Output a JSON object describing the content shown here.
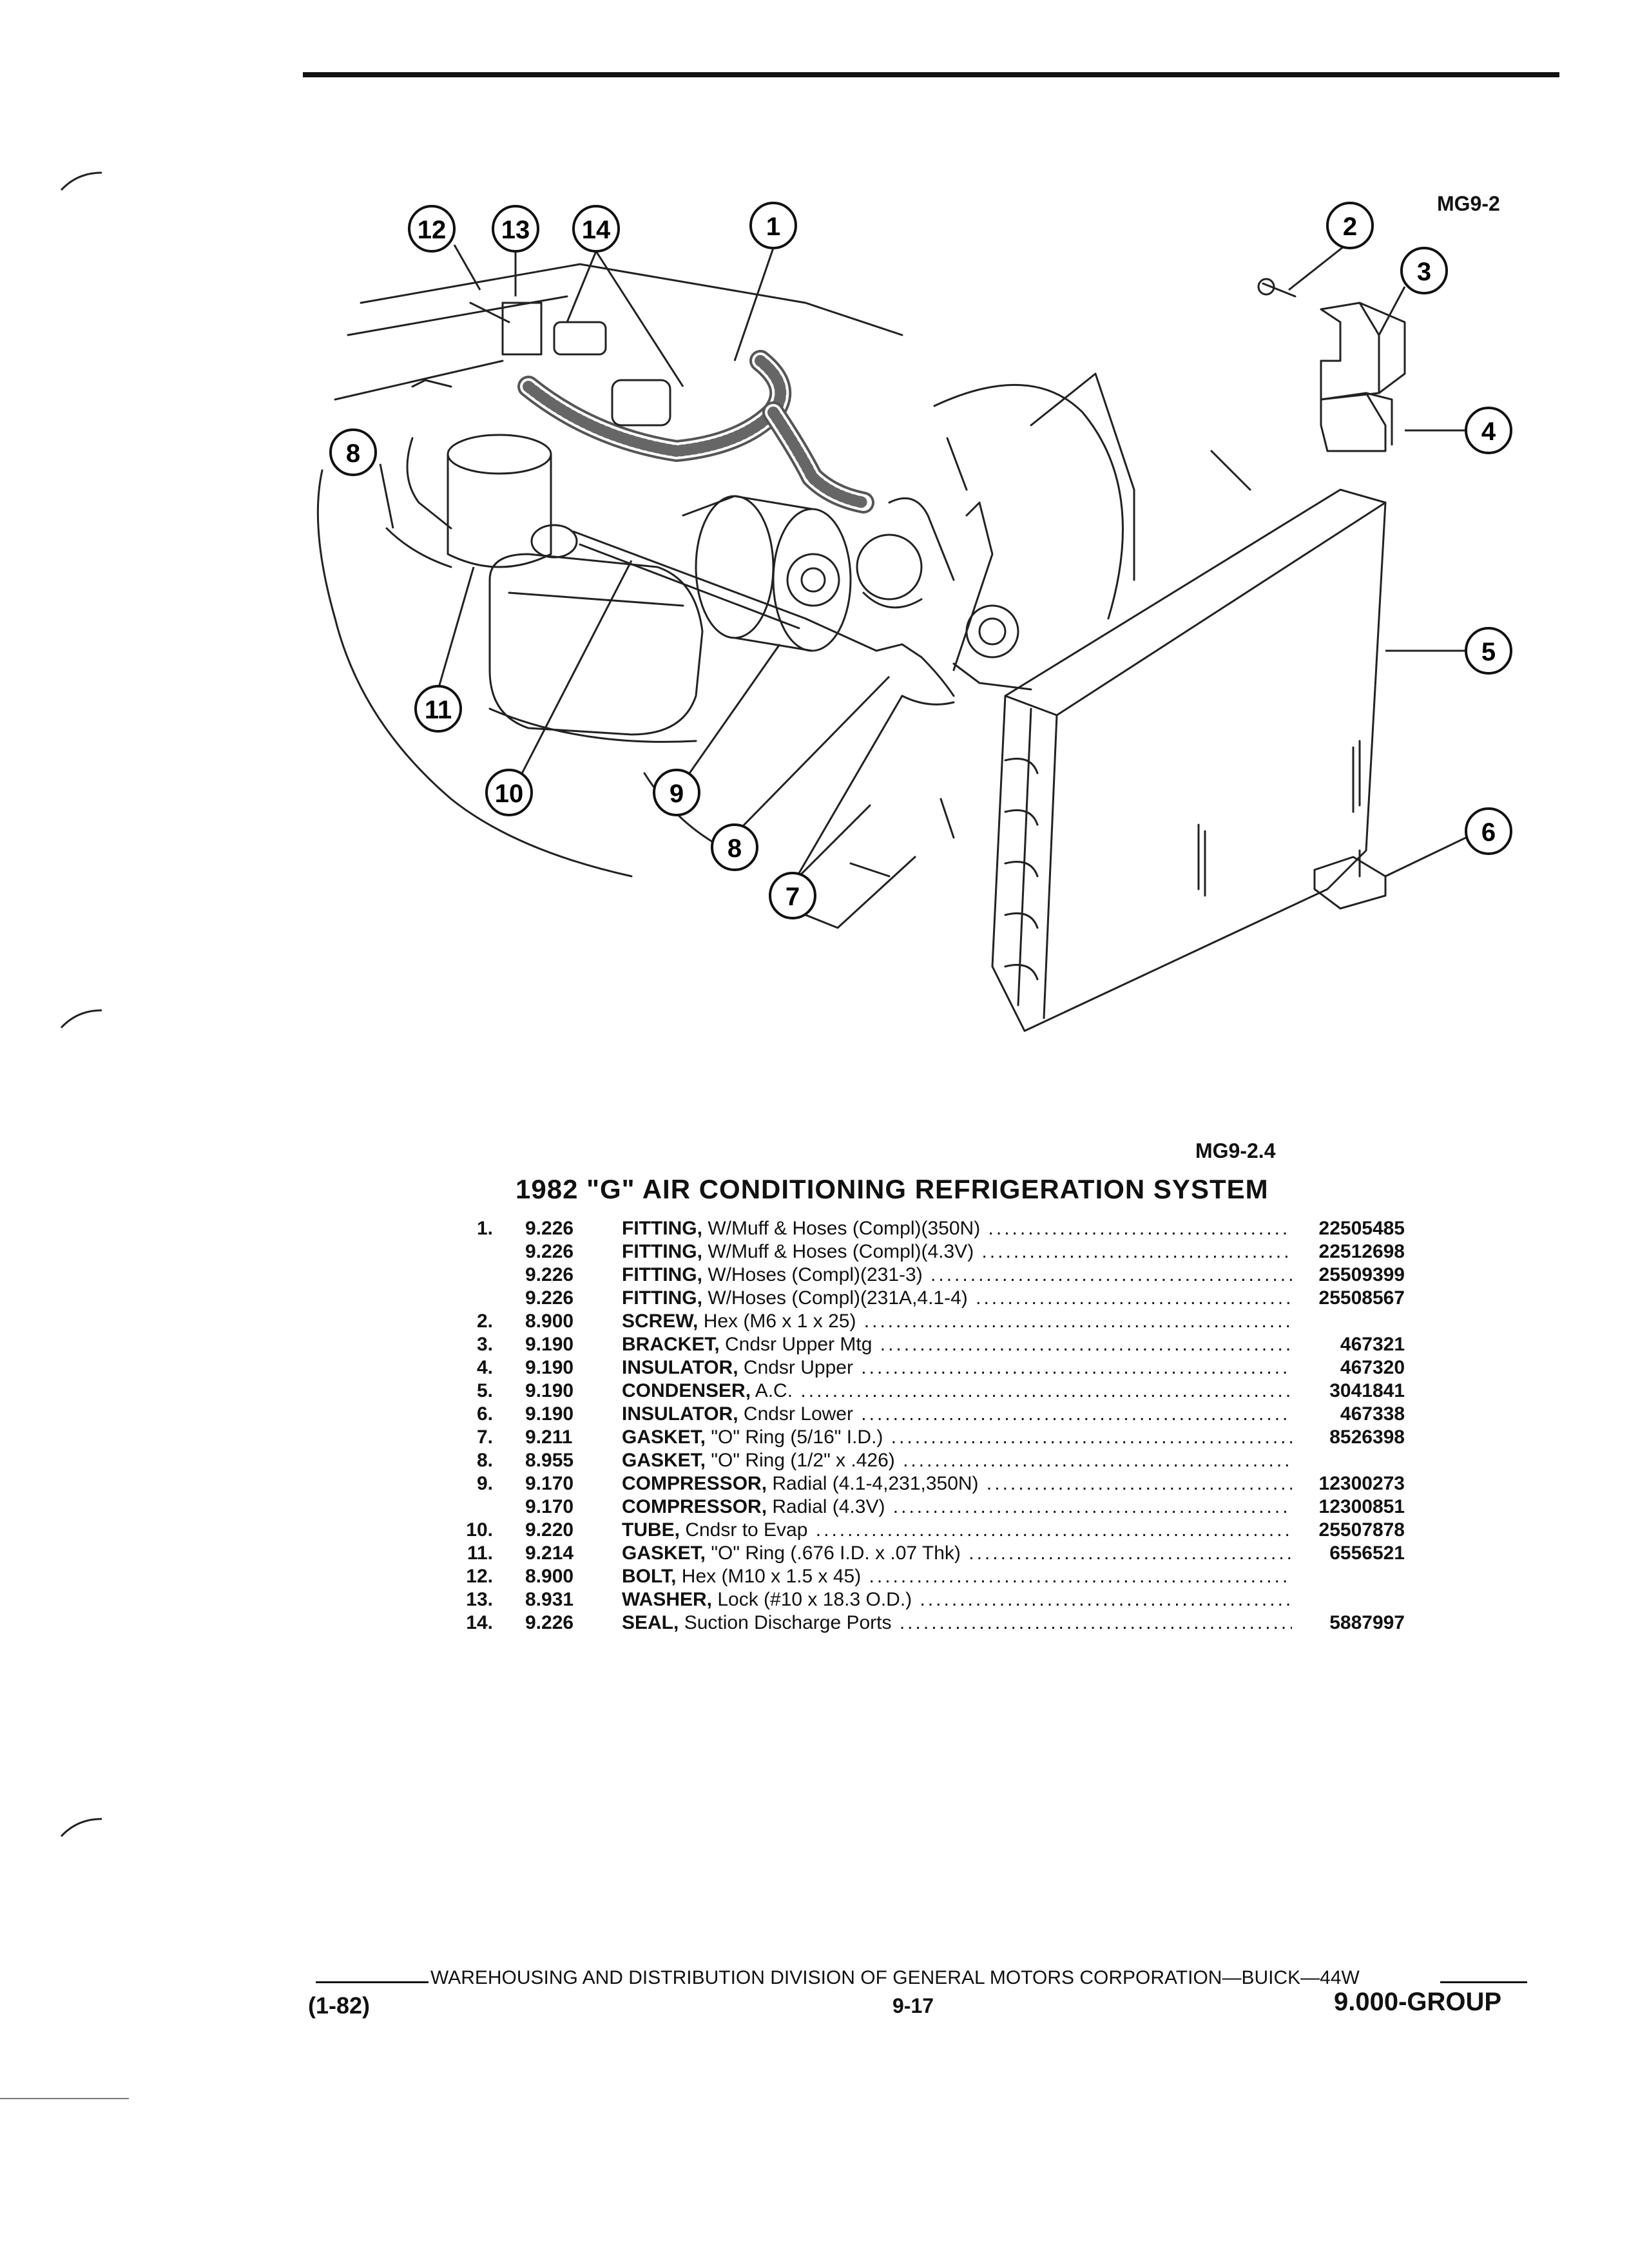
{
  "figure": {
    "code_top": "MG9-2",
    "code_bottom": "MG9-2.4",
    "callouts": [
      "1",
      "2",
      "3",
      "4",
      "5",
      "6",
      "7",
      "8",
      "9",
      "10",
      "11",
      "12",
      "13",
      "14",
      "8"
    ]
  },
  "title": "1982 \"G\" AIR CONDITIONING REFRIGERATION SYSTEM",
  "parts": [
    {
      "num": "1.",
      "group": "9.226",
      "name": "FITTING,",
      "detail": " W/Muff & Hoses (Compl)(350N)",
      "pn": "22505485"
    },
    {
      "num": "",
      "group": "9.226",
      "name": "FITTING,",
      "detail": " W/Muff & Hoses (Compl)(4.3V)",
      "pn": "22512698"
    },
    {
      "num": "",
      "group": "9.226",
      "name": "FITTING,",
      "detail": " W/Hoses (Compl)(231-3)",
      "pn": "25509399"
    },
    {
      "num": "",
      "group": "9.226",
      "name": "FITTING,",
      "detail": " W/Hoses (Compl)(231A,4.1-4)",
      "pn": "25508567"
    },
    {
      "num": "2.",
      "group": "8.900",
      "name": "SCREW,",
      "detail": " Hex (M6 x 1 x 25)",
      "pn": ""
    },
    {
      "num": "3.",
      "group": "9.190",
      "name": "BRACKET,",
      "detail": " Cndsr Upper Mtg",
      "pn": "467321"
    },
    {
      "num": "4.",
      "group": "9.190",
      "name": "INSULATOR,",
      "detail": " Cndsr Upper",
      "pn": "467320"
    },
    {
      "num": "5.",
      "group": "9.190",
      "name": "CONDENSER,",
      "detail": " A.C.",
      "pn": "3041841"
    },
    {
      "num": "6.",
      "group": "9.190",
      "name": "INSULATOR,",
      "detail": " Cndsr Lower",
      "pn": "467338"
    },
    {
      "num": "7.",
      "group": "9.211",
      "name": "GASKET,",
      "detail": " \"O\" Ring (5/16\" I.D.)",
      "pn": "8526398"
    },
    {
      "num": "8.",
      "group": "8.955",
      "name": "GASKET,",
      "detail": " \"O\" Ring (1/2\" x .426)",
      "pn": ""
    },
    {
      "num": "9.",
      "group": "9.170",
      "name": "COMPRESSOR,",
      "detail": " Radial (4.1-4,231,350N)",
      "pn": "12300273"
    },
    {
      "num": "",
      "group": "9.170",
      "name": "COMPRESSOR,",
      "detail": " Radial (4.3V)",
      "pn": "12300851"
    },
    {
      "num": "10.",
      "group": "9.220",
      "name": "TUBE,",
      "detail": " Cndsr to Evap",
      "pn": "25507878"
    },
    {
      "num": "11.",
      "group": "9.214",
      "name": "GASKET,",
      "detail": " \"O\" Ring (.676 I.D. x .07 Thk)",
      "pn": "6556521"
    },
    {
      "num": "12.",
      "group": "8.900",
      "name": "BOLT,",
      "detail": " Hex (M10 x 1.5 x 45)",
      "pn": ""
    },
    {
      "num": "13.",
      "group": "8.931",
      "name": "WASHER,",
      "detail": " Lock (#10 x 18.3 O.D.)",
      "pn": ""
    },
    {
      "num": "14.",
      "group": "9.226",
      "name": "SEAL,",
      "detail": " Suction Discharge Ports",
      "pn": "5887997"
    }
  ],
  "footer": {
    "center_line": "WAREHOUSING AND DISTRIBUTION DIVISION OF GENERAL MOTORS CORPORATION—BUICK—44W",
    "date": "(1-82)",
    "page": "9-17",
    "group": "9.000-GROUP"
  }
}
